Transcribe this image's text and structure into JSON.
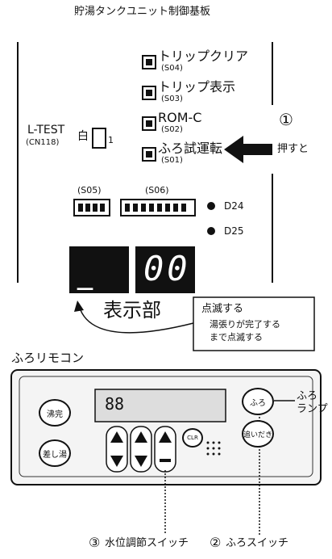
{
  "board": {
    "title": "貯湯タンクユニット制御基板",
    "ltest_label": "L-TEST",
    "ltest_code": "(CN118)",
    "connector_color": "白",
    "connector_pin": "1",
    "buttons": [
      {
        "label": "トリップクリア",
        "code": "(S04)"
      },
      {
        "label": "トリップ表示",
        "code": "(S03)"
      },
      {
        "label": "ROM-C",
        "code": "(S02)"
      },
      {
        "label": "ふろ試運転",
        "code": "(S01)"
      }
    ],
    "step1_marker": "①",
    "step1_text": "押すと",
    "dip1_label": "(S05)",
    "dip2_label": "(S06)",
    "led1_label": "D24",
    "led2_label": "D25",
    "display_left": "_",
    "display_right": "00",
    "display_label": "表示部",
    "note_title": "点滅する",
    "note_line1": "湯張りが完了する",
    "note_line2": "まで点滅する"
  },
  "remote": {
    "title": "ふろリモコン",
    "btn_boil": "沸完",
    "btn_hot": "差し湯",
    "btn_bath": "ふろ",
    "btn_reheat": "追いだき",
    "btn_round": "CLR",
    "furo_lamp_line1": "ふろ",
    "furo_lamp_line2": "ランプ",
    "lcd_digits": "88",
    "step3_marker": "③",
    "step3_text": "水位調節スイッチ",
    "step2_marker": "②",
    "step2_text": "ふろスイッチ"
  }
}
